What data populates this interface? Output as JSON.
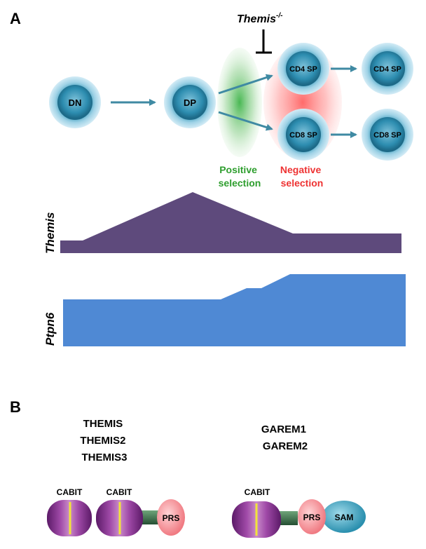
{
  "panel_a": {
    "label": "A",
    "knockout": {
      "gene": "Themis",
      "superscript": "-/-"
    },
    "cells": {
      "dn": "DN",
      "dp": "DP",
      "cd4_intermediate": "CD4 SP",
      "cd8_intermediate": "CD8 SP",
      "cd4_mature": "CD4 SP",
      "cd8_mature": "CD8 SP"
    },
    "positive_selection": {
      "line1": "Positive",
      "line2": "selection",
      "color": "#2e9e2e"
    },
    "negative_selection": {
      "line1": "Negative",
      "line2": "selection",
      "color": "#ee3333"
    },
    "expression": {
      "themis": {
        "label": "Themis",
        "color": "#5e4a7c"
      },
      "ptpn6": {
        "label": "Ptpn6",
        "color": "#4f89d4"
      }
    }
  },
  "panel_b": {
    "label": "B",
    "themis_family": [
      "THEMIS",
      "THEMIS2",
      "THEMIS3"
    ],
    "garem_family": [
      "GAREM1",
      "GAREM2"
    ],
    "domains": {
      "cabit": "CABIT",
      "prs": "PRS",
      "sam": "SAM"
    },
    "colors": {
      "cabit": "#8b2a8e",
      "cabit_stripe": "#f1e33a",
      "linker": "#3b7a4e",
      "prs": "#f4a3a8",
      "sam": "#4aa3bf"
    }
  }
}
